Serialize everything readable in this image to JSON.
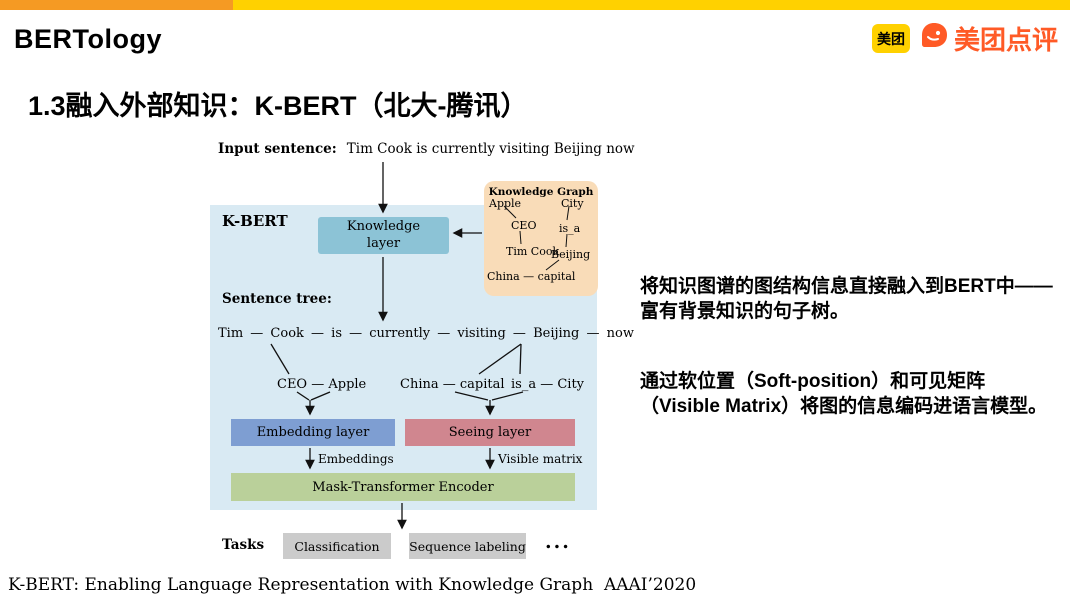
{
  "header": {
    "title": "BERTology",
    "brand": {
      "badge_text": "美团",
      "brand_name": "美团点评"
    }
  },
  "slide": {
    "title": "1.3融入外部知识：K-BERT（北大-腾讯）",
    "caption": "K-BERT: Enabling Language Representation with Knowledge Graph  AAAI’2020"
  },
  "notes": {
    "p1": "将知识图谱的图结构信息直接融入到BERT中——富有背景知识的句子树。",
    "p2": "通过软位置（Soft-position）和可见矩阵（Visible Matrix）将图的信息编码进语言模型。"
  },
  "diagram": {
    "input_label": "Input sentence:",
    "input_text": "Tim Cook is currently visiting Beijing now",
    "panel_label": "K-BERT",
    "knowledge_layer": "Knowledge layer",
    "kg": {
      "title": "Knowledge Graph",
      "apple": "Apple",
      "city": "City",
      "ceo": "CEO",
      "is_a": "is_a",
      "tim_cook": "Tim Cook",
      "beijing": "Beijing",
      "china_capital": "China — capital"
    },
    "sentence_tree_label": "Sentence tree:",
    "tree_main": "Tim — Cook — is — currently — visiting — Beijing — now",
    "branch_ceo": "CEO — Apple",
    "branch_china": "China — capital",
    "branch_isa": "is_a — City",
    "embedding_layer": "Embedding layer",
    "seeing_layer": "Seeing layer",
    "embeddings_label": "Embeddings",
    "visible_matrix_label": "Visible matrix",
    "encoder": "Mask-Transformer Encoder",
    "tasks_label": "Tasks",
    "task_classification": "Classification",
    "task_sequence": "Sequence labeling",
    "ellipsis": "..."
  },
  "colors": {
    "stripe_orange": "#F59A23",
    "stripe_yellow": "#FFD100",
    "brand_orange": "#FF5A26",
    "panel_blue": "#D9EAF3",
    "knowledge_layer_blue": "#8CC3D6",
    "kg_peach": "#F9DCB8",
    "embedding_blue": "#7E9ED2",
    "seeing_red": "#D0868F",
    "encoder_green": "#BAD09A",
    "task_gray": "#CBCBCB"
  }
}
